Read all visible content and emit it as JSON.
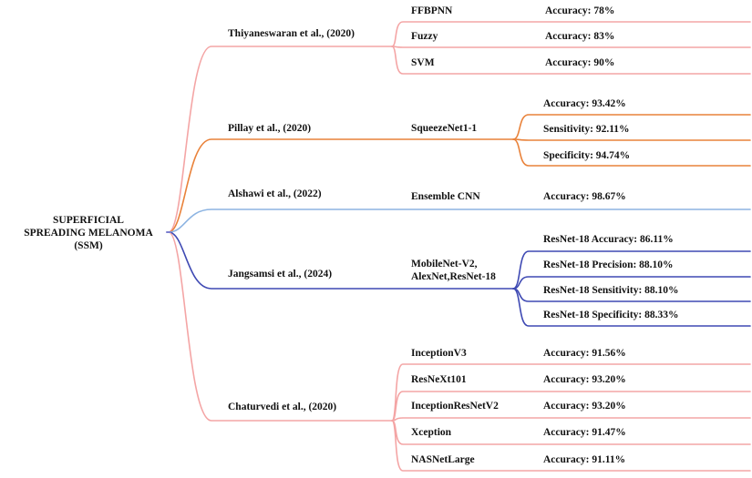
{
  "root": {
    "lines": [
      "SUPERFICIAL",
      "SPREADING MELANOMA",
      "(SSM)"
    ],
    "color": "#7B7FCF"
  },
  "branches": [
    {
      "author": "Thiyaneswaran et al., (2020)",
      "color": "#F4A5A5",
      "items": [
        {
          "method": "FFBPNN",
          "result": "Accuracy: 78%"
        },
        {
          "method": "Fuzzy",
          "result": "Accuracy: 83%"
        },
        {
          "method": "SVM",
          "result": "Accuracy: 90%"
        }
      ]
    },
    {
      "author": "Pillay et al., (2020)",
      "color": "#E9823A",
      "method": "SqueezeNet1-1",
      "results": [
        "Accuracy: 93.42%",
        "Sensitivity: 92.11%",
        "Specificity: 94.74%"
      ]
    },
    {
      "author": "Alshawi et al., (2022)",
      "color": "#8DB4E2",
      "method": "Ensemble CNN",
      "results": [
        "Accuracy: 98.67%"
      ]
    },
    {
      "author": "Jangsamsi et al., (2024)",
      "color": "#3E49B3",
      "method_lines": [
        "MobileNet-V2,",
        "AlexNet,ResNet-18"
      ],
      "results": [
        "ResNet-18 Accuracy: 86.11%",
        "ResNet-18 Precision: 88.10%",
        "ResNet-18 Sensitivity: 88.10%",
        "ResNet-18 Specificity: 88.33%"
      ]
    },
    {
      "author": "Chaturvedi et al., (2020)",
      "color": "#F4A5A5",
      "items": [
        {
          "method": "InceptionV3",
          "result": "Accuracy: 91.56%"
        },
        {
          "method": "ResNeXt101",
          "result": "Accuracy: 93.20%"
        },
        {
          "method": "InceptionResNetV2",
          "result": "Accuracy: 93.20%"
        },
        {
          "method": "Xception",
          "result": "Accuracy: 91.47%"
        },
        {
          "method": "NASNetLarge",
          "result": "Accuracy: 91.11%"
        }
      ]
    }
  ]
}
